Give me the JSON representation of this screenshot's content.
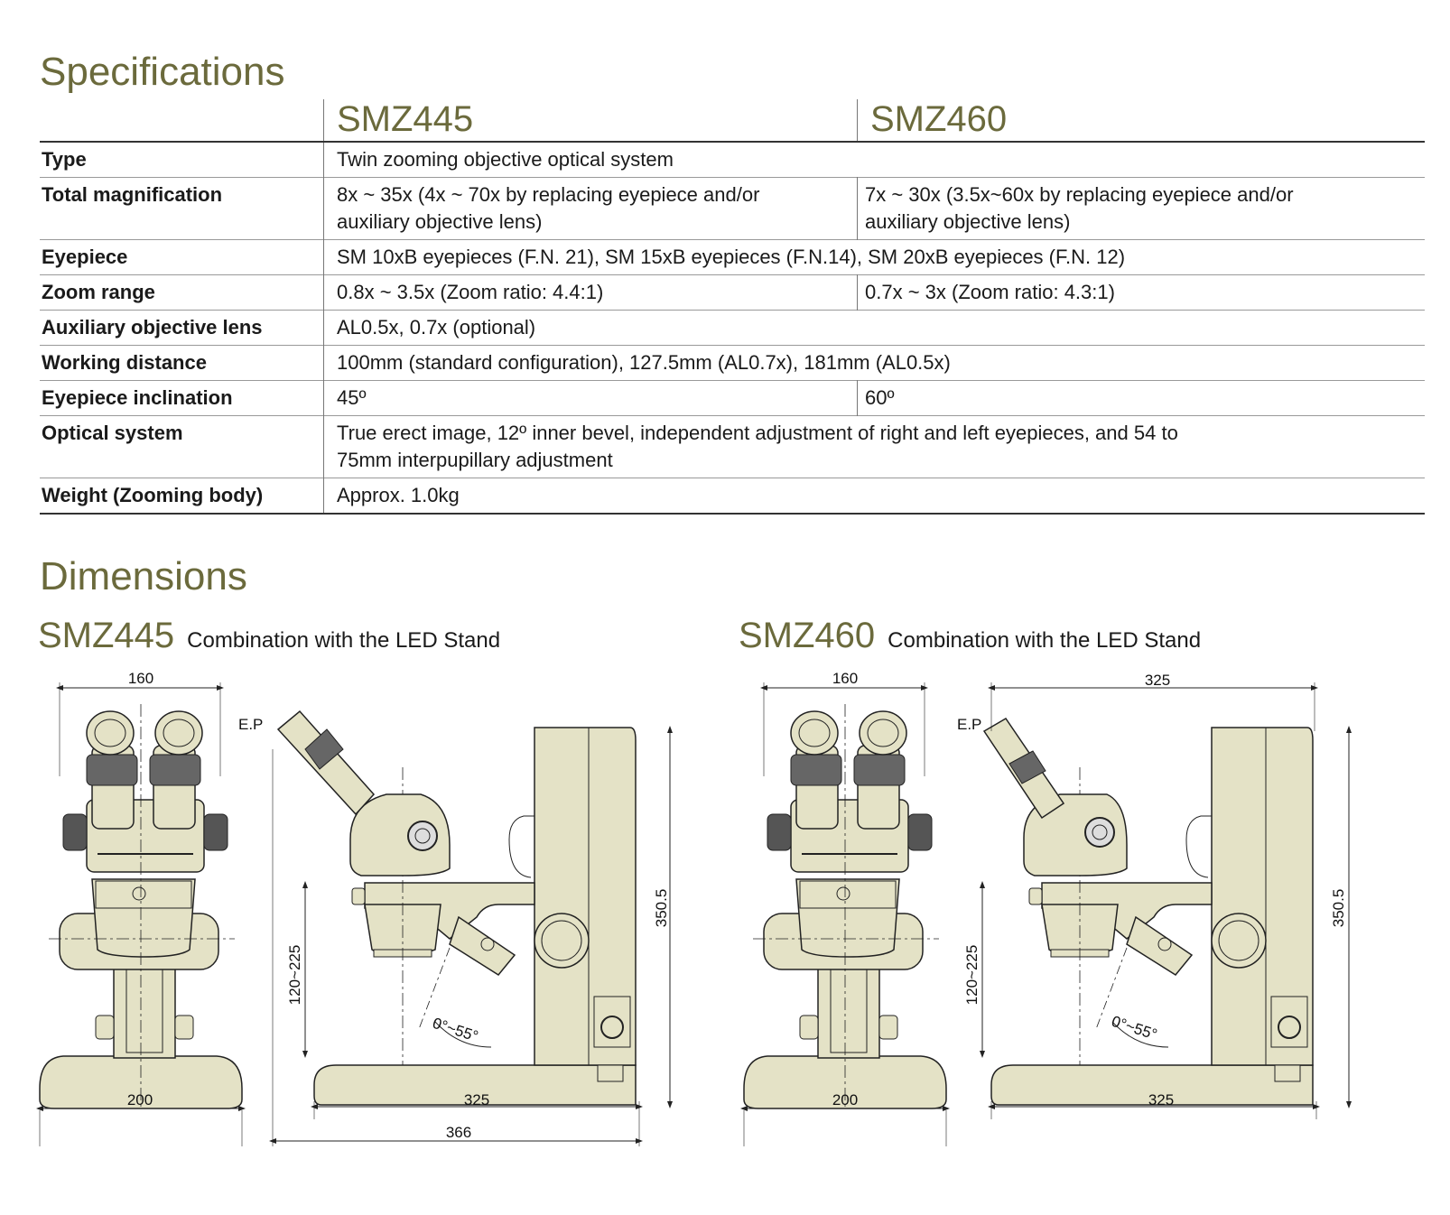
{
  "specifications": {
    "title": "Specifications",
    "models": [
      "SMZ445",
      "SMZ460"
    ],
    "rows": [
      {
        "label": "Type",
        "value": "Twin zooming objective optical system"
      },
      {
        "label": "Total magnification",
        "smz445": "8x ~ 35x (4x ~ 70x by replacing eyepiece and/or auxiliary objective lens)",
        "smz460": "7x ~ 30x (3.5x~60x by replacing eyepiece and/or auxiliary objective lens)"
      },
      {
        "label": "Eyepiece",
        "value": "SM 10xB eyepieces (F.N. 21), SM 15xB eyepieces (F.N.14), SM 20xB eyepieces (F.N. 12)"
      },
      {
        "label": "Zoom range",
        "smz445": "0.8x ~ 3.5x (Zoom ratio: 4.4:1)",
        "smz460": "0.7x ~ 3x (Zoom ratio: 4.3:1)"
      },
      {
        "label": "Auxiliary objective lens",
        "value": "AL0.5x, 0.7x (optional)"
      },
      {
        "label": "Working distance",
        "value": "100mm (standard configuration), 127.5mm (AL0.7x), 181mm (AL0.5x)"
      },
      {
        "label": "Eyepiece inclination",
        "smz445": "45º",
        "smz460": "60º"
      },
      {
        "label": "Optical system",
        "value": "True erect image, 12º inner bevel, independent adjustment of right and left eyepieces, and 54 to 75mm interpupillary adjustment"
      },
      {
        "label": "Weight (Zooming body)",
        "value": "Approx. 1.0kg"
      }
    ]
  },
  "dimensions": {
    "title": "Dimensions",
    "left": {
      "model": "SMZ445",
      "description": "Combination with the LED Stand",
      "front_width_top": "160",
      "front_width_base": "200",
      "ep_label": "E.P",
      "height_range": "120~225",
      "angle": "0°~55°",
      "total_height": "350.5",
      "side_base": "325",
      "side_total": "366"
    },
    "right": {
      "model": "SMZ460",
      "description": "Combination with the LED Stand",
      "front_width_top": "160",
      "front_width_base": "200",
      "ep_label": "E.P",
      "top_width": "325",
      "height_range": "120~225",
      "angle": "0°~55°",
      "total_height": "350.5",
      "side_base": "325"
    }
  },
  "colors": {
    "accent": "#6b6a3c",
    "body": "#e4e2c6",
    "line": "#222222"
  }
}
